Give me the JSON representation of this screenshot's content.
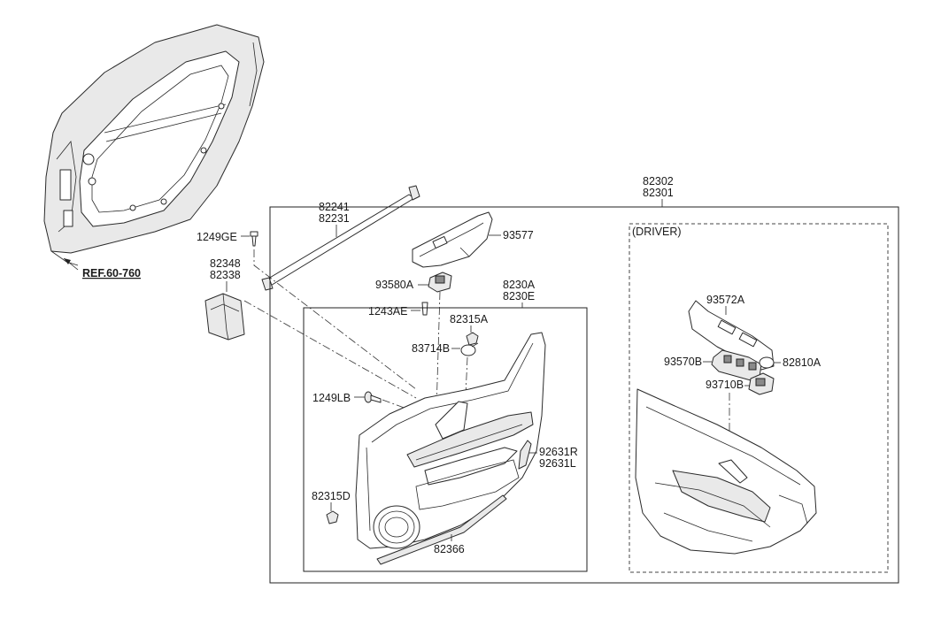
{
  "diagram": {
    "section_label": "(DRIVER)",
    "labels": {
      "p82302": "82302",
      "p82301": "82301",
      "p82241": "82241",
      "p82231": "82231",
      "p1249GE": "1249GE",
      "ref": "REF.60-760",
      "p82348": "82348",
      "p82338": "82338",
      "p93577": "93577",
      "p93580A": "93580A",
      "p1243AE": "1243AE",
      "p8230A": "8230A",
      "p8230E": "8230E",
      "p82315A": "82315A",
      "p83714B": "83714B",
      "p1249LB": "1249LB",
      "p92631R": "92631R",
      "p92631L": "92631L",
      "p82315D": "82315D",
      "p82366": "82366",
      "p93572A": "93572A",
      "p93570B": "93570B",
      "p82810A": "82810A",
      "p93710B": "93710B"
    }
  }
}
